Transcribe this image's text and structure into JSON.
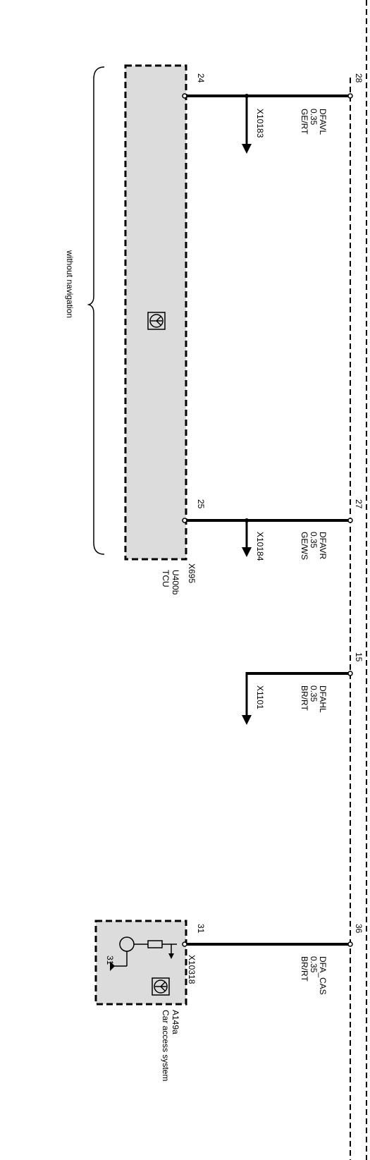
{
  "brace_label": "without navigation",
  "modules": {
    "tcu": {
      "id": "U400b",
      "name": "TCU",
      "connector": "X695"
    },
    "cas": {
      "id": "A149a",
      "name": "Car access system",
      "connector": "X10318",
      "ground_pin": "31"
    }
  },
  "wires": [
    {
      "signal": "DFAVL",
      "size": "0.35",
      "color": "GE/RT",
      "pin_left": "24",
      "pin_right": "28",
      "splice": "X10183"
    },
    {
      "signal": "DFAVR",
      "size": "0.35",
      "color": "GE/WS",
      "pin_left": "25",
      "pin_right": "27",
      "splice": "X10184"
    },
    {
      "signal": "DFAHL",
      "size": "0.35",
      "color": "BR/RT",
      "pin_left": "",
      "pin_right": "15",
      "splice": "X1101"
    },
    {
      "signal": "DFA_CAS",
      "size": "0.35",
      "color": "BR/RT",
      "pin_left": "31",
      "pin_right": "36",
      "splice": ""
    }
  ]
}
